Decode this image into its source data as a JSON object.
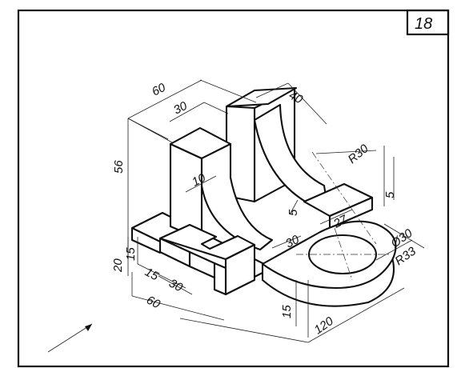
{
  "sheet": {
    "number": "18"
  },
  "dimensions": {
    "d60_top": "60",
    "d30_top": "30",
    "d40": "40",
    "d56": "56",
    "d10": "10",
    "r30": "R30",
    "d5_right": "5",
    "d5_slot": "5",
    "d27": "27",
    "d30_hole": "30",
    "phi30": "Ø30",
    "r33": "R33",
    "d20": "20",
    "d15_left": "15",
    "d15_front": "15",
    "d30_front": "30",
    "d60_bottom": "60",
    "d15_bottom": "15",
    "d120": "120"
  }
}
